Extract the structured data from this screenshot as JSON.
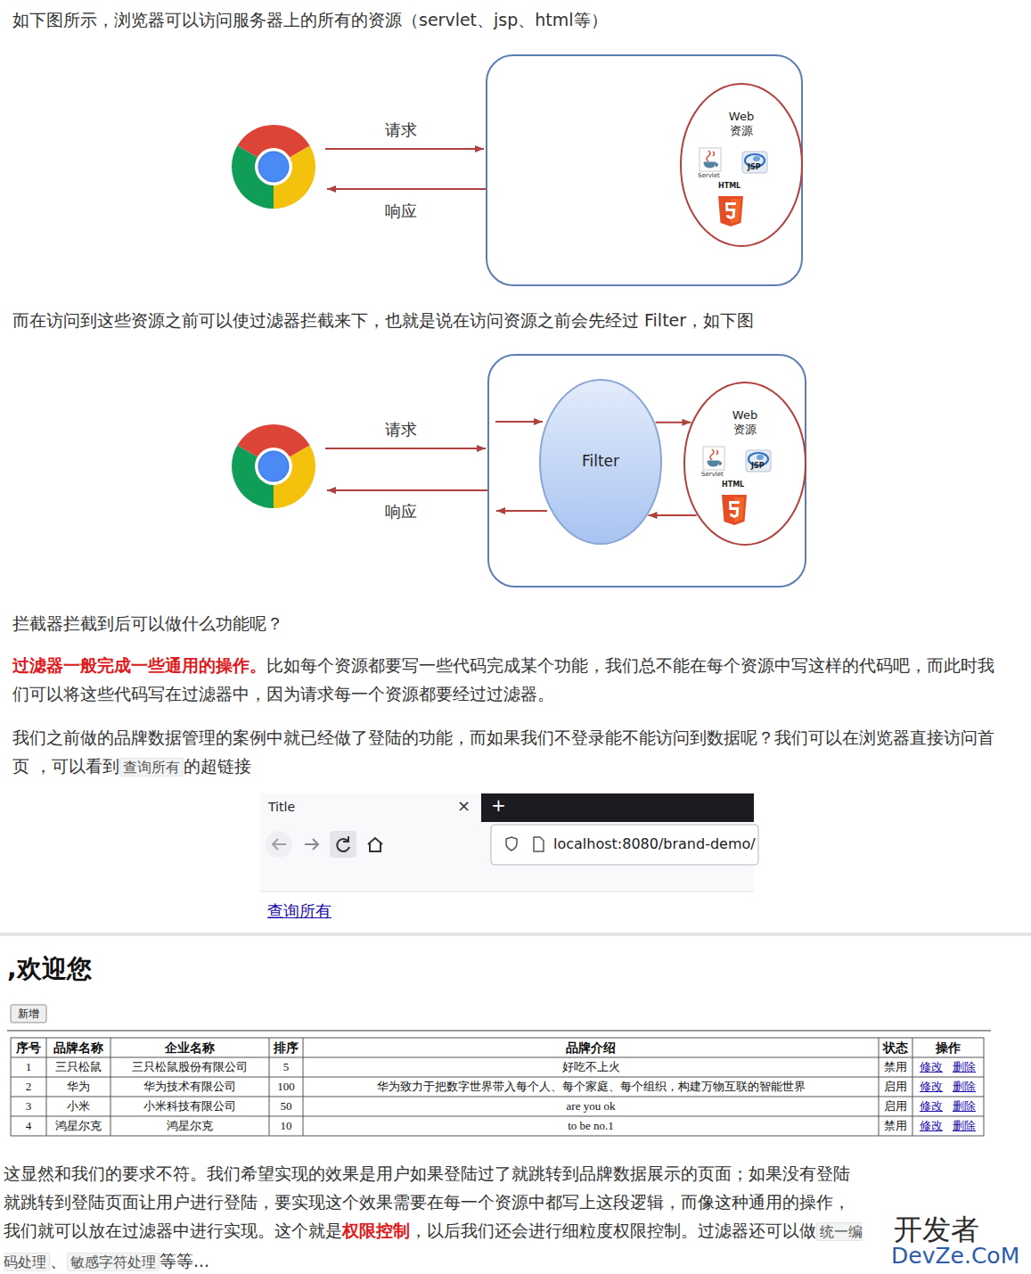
{
  "diagram": {
    "nodes": [
      {
        "text": [
          "Web 资源"
        ]
      },
      {
        "text": [
          "Filter"
        ]
      },
      {
        "text": [
          "Web 资源"
        ]
      }
    ],
    "edges": [
      {
        "from": 1,
        "to": 2,
        "arrow": "to"
      },
      {
        "from": 2,
        "to": 1,
        "arrow": "to"
      }
    ],
    "labels": [
      "如下图所示，浏览器可以访问服务器上的所有的资源（servlet、jsp、html等）",
      "请求",
      "响应",
      "Servlet",
      "JSP",
      "HTML",
      "而在访问到这些资源之前可以使过滤器拦截来下，也就是说在访问资源之前会先经过 Filter，如下图",
      "请求",
      "响应",
      "Servlet",
      "JSP",
      "HTML",
      "拦截器拦截到后可以做什么功能呢？",
      "过滤器一般完成一些通用的操作。",
      "比如每个资源都要写一些代码完成某个功能，我们总不能在每个资源中写这样的代码吧，而此时我们可以将这些代码写在过滤器中，因为请求每一个资源都要经过过滤器。",
      "我们之前做的品牌数据管理的案例中就已经做了登陆的功能，而如果我们不登录能不能访问到数据呢？我们可以在浏览器直接访问首页 ，可以看到",
      "查询所有",
      "的超链接",
      "Title",
      "×",
      "+",
      "localhost:8080/brand-demo/",
      "查询所有",
      ",欢迎您",
      "新增",
      "序号",
      "品牌名称",
      "企业名称",
      "排序",
      "品牌介绍",
      "状态",
      "操作",
      "1",
      "三只松鼠",
      "三只松鼠股份有限公司",
      "5",
      "好吃不上火",
      "禁用",
      "修改",
      "删除",
      "2",
      "华为",
      "华为技术有限公司",
      "100",
      "华为致力于把数字世界带入每个人、每个家庭、每个组织，构建万物互联的智能世界",
      "启用",
      "修改",
      "删除",
      "3",
      "小米",
      "小米科技有限公司",
      "50",
      "are you ok",
      "启用",
      "修改",
      "删除",
      "4",
      "鸿星尔克",
      "鸿星尔克",
      "10",
      "to be no.1",
      "禁用",
      "修改",
      "删除",
      "这显然和我们的要求不符。我们希望实现的效果是用户如果登陆过了就跳转到品牌数据展示的页面；如果没有登陆就跳转到登陆页面让用户进行登陆，要实现这个效果需要在每一个资源中都写上这段逻辑，而像这种通用的操作，我们就可以放在过滤器中进行实现。这个就是",
      "权限控制",
      "，以后我们还会进行细粒度权限控制。过滤器还可以做",
      "统一编码处理",
      "、",
      "敏感字符处理",
      "等等...",
      "开发者",
      "DevZe.CoM"
    ]
  }
}
